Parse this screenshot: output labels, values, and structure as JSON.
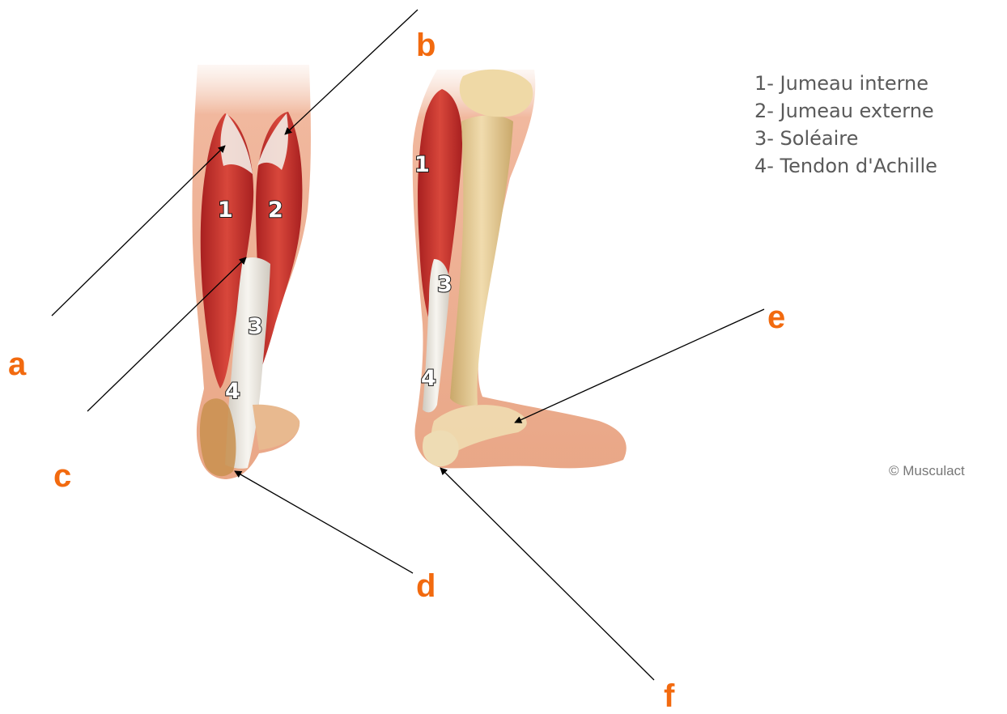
{
  "pointer_labels": {
    "a": "a",
    "b": "b",
    "c": "c",
    "d": "d",
    "e": "e",
    "f": "f"
  },
  "legend": [
    "1- Jumeau interne",
    "2- Jumeau externe",
    "3- Soléaire",
    "4- Tendon d'Achille"
  ],
  "muscle_numbers": {
    "back_view": [
      "1",
      "2",
      "3",
      "4"
    ],
    "side_view": [
      "1",
      "3",
      "4"
    ]
  },
  "copyright": "© Musculact",
  "colors": {
    "pointer_label": "#f26a0f",
    "muscle": "#c8312a",
    "tendon": "#e8e4dc",
    "bone": "#e8cf9a",
    "skin": "#f0b49a",
    "legend_text": "#5a5a5a"
  }
}
